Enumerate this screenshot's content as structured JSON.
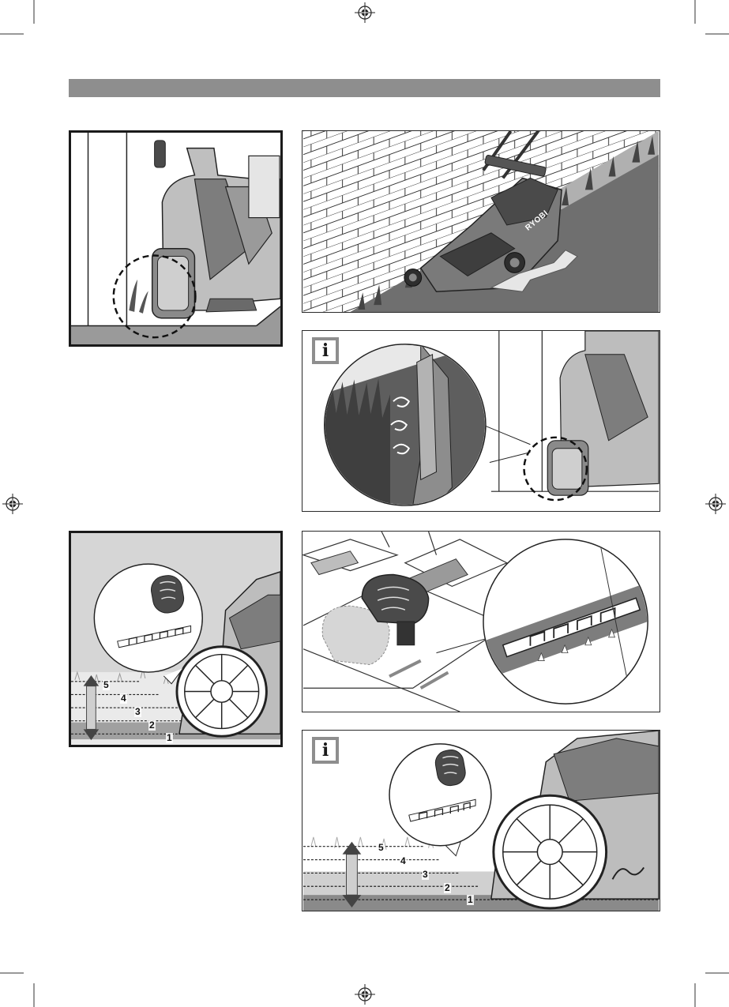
{
  "page": {
    "background": "#ffffff"
  },
  "header_bar": {
    "color": "#8e8e8e"
  },
  "icons": {
    "registration_mark": "crosshair-registration-icon",
    "info_badge": "info-icon"
  },
  "info_badge_glyph": "i",
  "mower_brand": "RYOBI",
  "height_levels_small": [
    "5",
    "4",
    "3",
    "2",
    "1"
  ],
  "height_levels_large": [
    "5",
    "4",
    "3",
    "2",
    "1"
  ],
  "colors": {
    "lawn_dark": "#6f6f6f",
    "lawn_light": "#b8b8b8",
    "line": "#1a1a1a",
    "panel_gray": "#d6d6d6"
  }
}
